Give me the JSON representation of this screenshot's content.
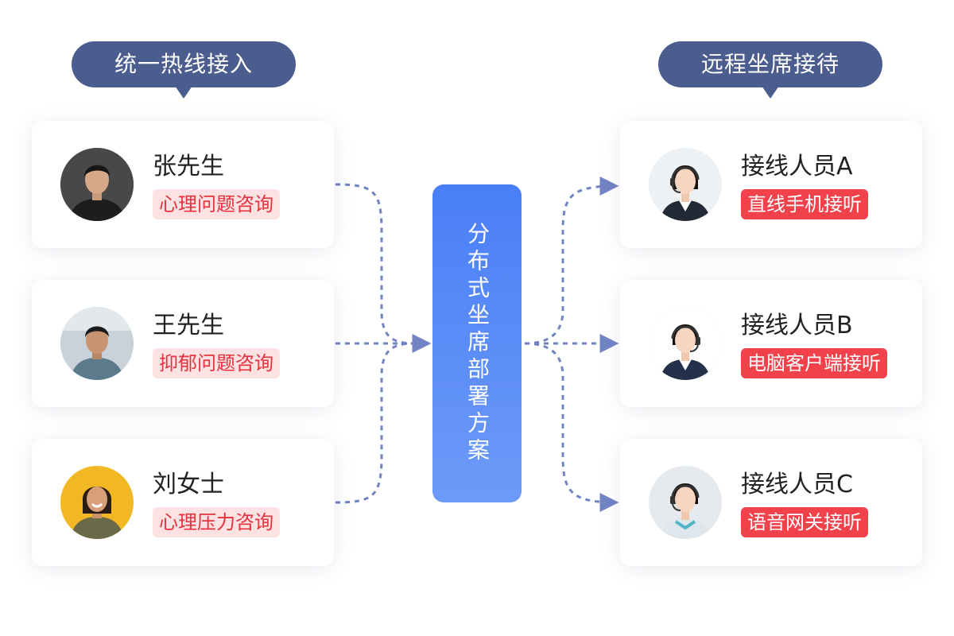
{
  "left_header": "统一热线接入",
  "right_header": "远程坐席接待",
  "center_label": "分布式坐席部署方案",
  "callers": [
    {
      "name": "张先生",
      "tag": "心理问题咨询",
      "avatar_icon": "man-avatar-icon"
    },
    {
      "name": "王先生",
      "tag": "抑郁问题咨询",
      "avatar_icon": "man-avatar-icon"
    },
    {
      "name": "刘女士",
      "tag": "心理压力咨询",
      "avatar_icon": "woman-avatar-icon"
    }
  ],
  "agents": [
    {
      "name": "接线人员A",
      "tag": "直线手机接听",
      "avatar_icon": "headset-agent-avatar-icon"
    },
    {
      "name": "接线人员B",
      "tag": "电脑客户端接听",
      "avatar_icon": "headset-agent-avatar-icon"
    },
    {
      "name": "接线人员C",
      "tag": "语音网关接听",
      "avatar_icon": "headset-agent-avatar-icon"
    }
  ],
  "colors": {
    "header_bg": "#4b5c8e",
    "center_gradient_top": "#4a7ef6",
    "center_gradient_bottom": "#6c9bf8",
    "soft_tag_bg": "#fde2e3",
    "soft_tag_text": "#e5323e",
    "solid_tag_bg": "#f1424c",
    "connector": "#7283c3"
  }
}
